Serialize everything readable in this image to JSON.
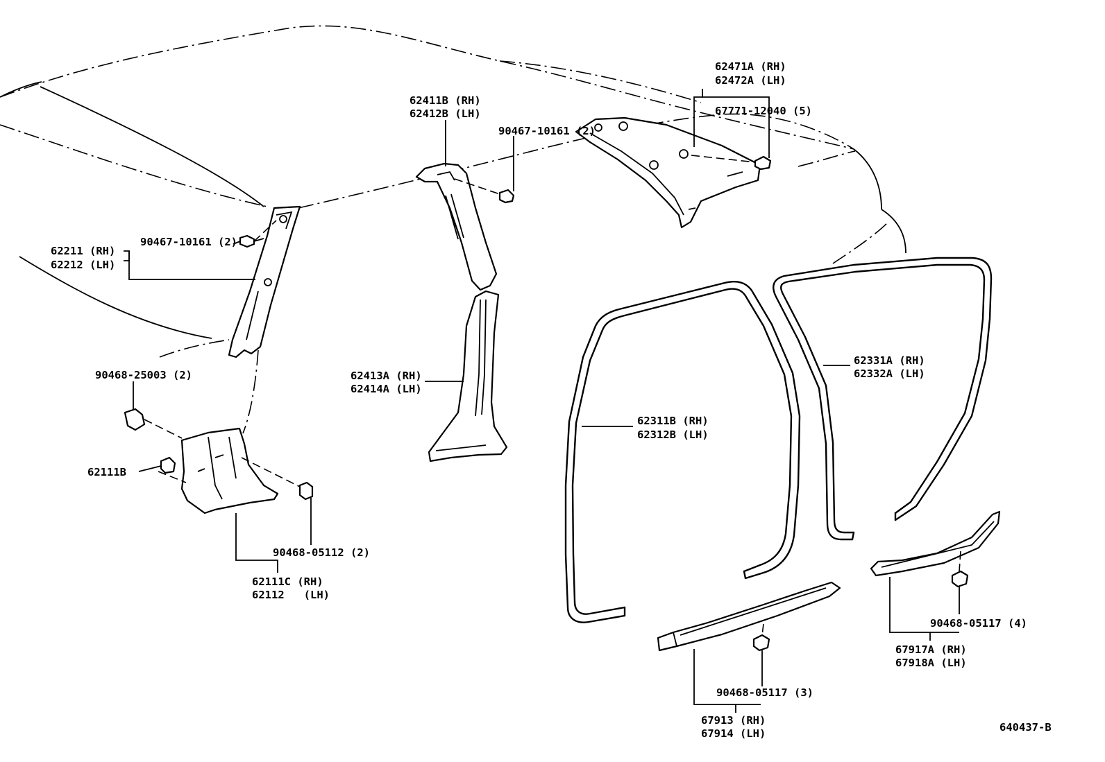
{
  "diagram_id": "640437-B",
  "callouts": {
    "roof_side_rh": "62471A (RH)",
    "roof_side_lh": "62472A (LH)",
    "clip_67771": "67771-12040 (5)",
    "center_upper_rh": "62411B (RH)",
    "center_upper_lh": "62412B (LH)",
    "clip_center": "90467-10161 (2)",
    "front_pillar_clip": "90467-10161 (2)",
    "front_pillar_rh": "62211 (RH)",
    "front_pillar_lh": "62212 (LH)",
    "clip_25003": "90468-25003 (2)",
    "screw_62111b": "62111B",
    "clip_05112": "90468-05112 (2)",
    "cowl_rh": "62111C (RH)",
    "cowl_lh": "62112   (LH)",
    "center_lower_rh": "62413A (RH)",
    "center_lower_lh": "62414A (LH)",
    "front_weatherstrip_rh": "62311B (RH)",
    "front_weatherstrip_lh": "62312B (LH)",
    "rear_weatherstrip_rh": "62331A (RH)",
    "rear_weatherstrip_lh": "62332A (LH)",
    "front_scuff_clip": "90468-05117 (3)",
    "front_scuff_rh": "67913 (RH)",
    "front_scuff_lh": "67914 (LH)",
    "rear_scuff_clip": "90468-05117 (4)",
    "rear_scuff_rh": "67917A (RH)",
    "rear_scuff_lh": "67918A (LH)"
  }
}
